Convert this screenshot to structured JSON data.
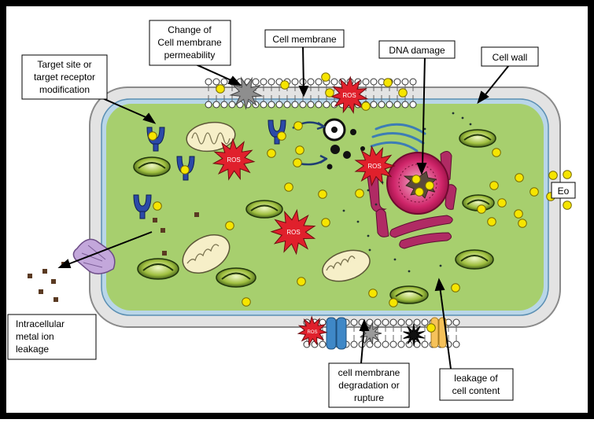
{
  "labels": {
    "target_site_line1": "Target site or",
    "target_site_line2": "target receptor",
    "target_site_line3": "modification",
    "permeability_line1": "Change of",
    "permeability_line2": "Cell membrane",
    "permeability_line3": "permeability",
    "cell_membrane": "Cell membrane",
    "dna_damage": "DNA damage",
    "cell_wall": "Cell wall",
    "metal_line1": "Intracellular",
    "metal_line2": "metal ion",
    "metal_line3": "leakage",
    "degradation_line1": "cell membrane",
    "degradation_line2": "degradation or",
    "degradation_line3": "rupture",
    "leakage_line1": "leakage of",
    "leakage_line2": "cell content",
    "eo": "Eo",
    "ros": "ROS"
  },
  "colors": {
    "background": "#000000",
    "canvas": "#ffffff",
    "cell_wall": "#e3e3e3",
    "membrane_blue": "#a9cbe0",
    "cytoplasm": "#a7cf6e",
    "ros_red": "#e0202c",
    "nanoparticle_yellow": "#f6e500",
    "receptor_blue": "#2b4aa8",
    "nucleus_magenta": "#c2185b",
    "pump_purple": "#b79bd0",
    "ion_brown": "#5a3a22"
  }
}
